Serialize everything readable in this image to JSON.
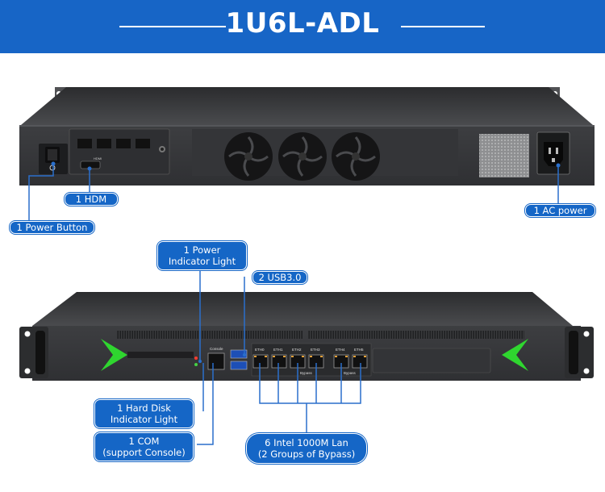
{
  "title": "1U6L-ADL",
  "colors": {
    "brand_blue": "#1765c6",
    "callout_line": "#2a6fcc",
    "chassis": "#3a3b3d"
  },
  "labels": {
    "hdmi": "1 HDM",
    "power_button": "1 Power Button",
    "ac_power": "1 AC power",
    "power_indicator_line1": "1 Power",
    "power_indicator_line2": "Indicator Light",
    "usb": "2 USB3.0",
    "hdd_indicator_line1": "1 Hard Disk",
    "hdd_indicator_line2": "Indicator Light",
    "com_line1": "1 COM",
    "com_line2": "(support Console)",
    "lan_line1": "6 Intel 1000M Lan",
    "lan_line2": "(2 Groups of Bypass)"
  },
  "port_labels": {
    "console": "Console",
    "hdmi_small": "HDMI",
    "eth": [
      "ETH0",
      "ETH1",
      "ETH2",
      "ETH3",
      "ETH4",
      "ETH5"
    ],
    "bypass": [
      "Bypass",
      "Bypass"
    ]
  }
}
